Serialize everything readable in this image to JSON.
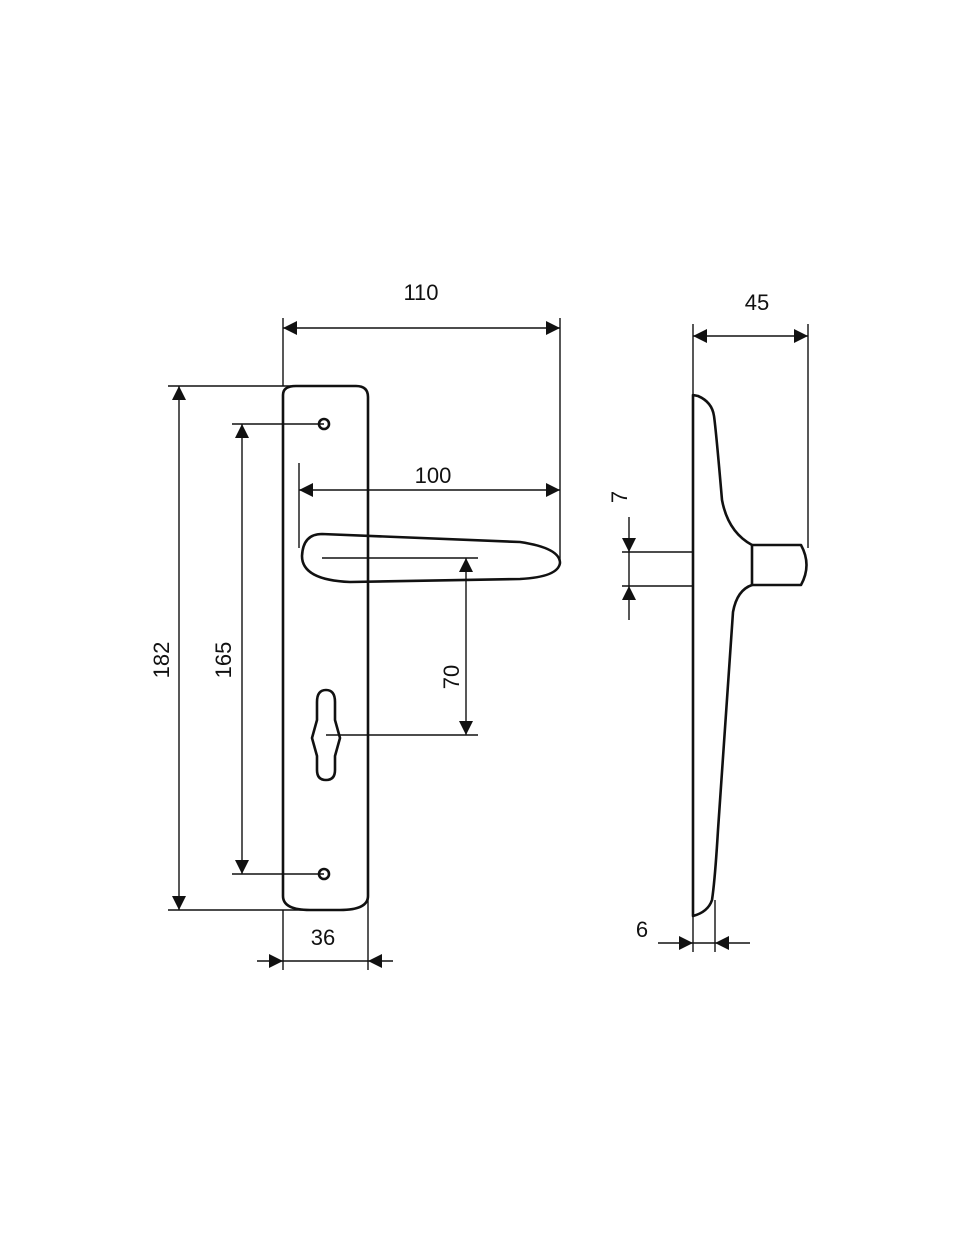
{
  "dimensions": {
    "overall_width": "110",
    "lever_length": "100",
    "plate_height": "182",
    "fixing_centres": "165",
    "lever_to_keyhole": "70",
    "plate_width": "36",
    "projection": "45",
    "spindle": "7",
    "plate_thickness": "6"
  },
  "colors": {
    "line": "#111111",
    "background": "#ffffff"
  }
}
